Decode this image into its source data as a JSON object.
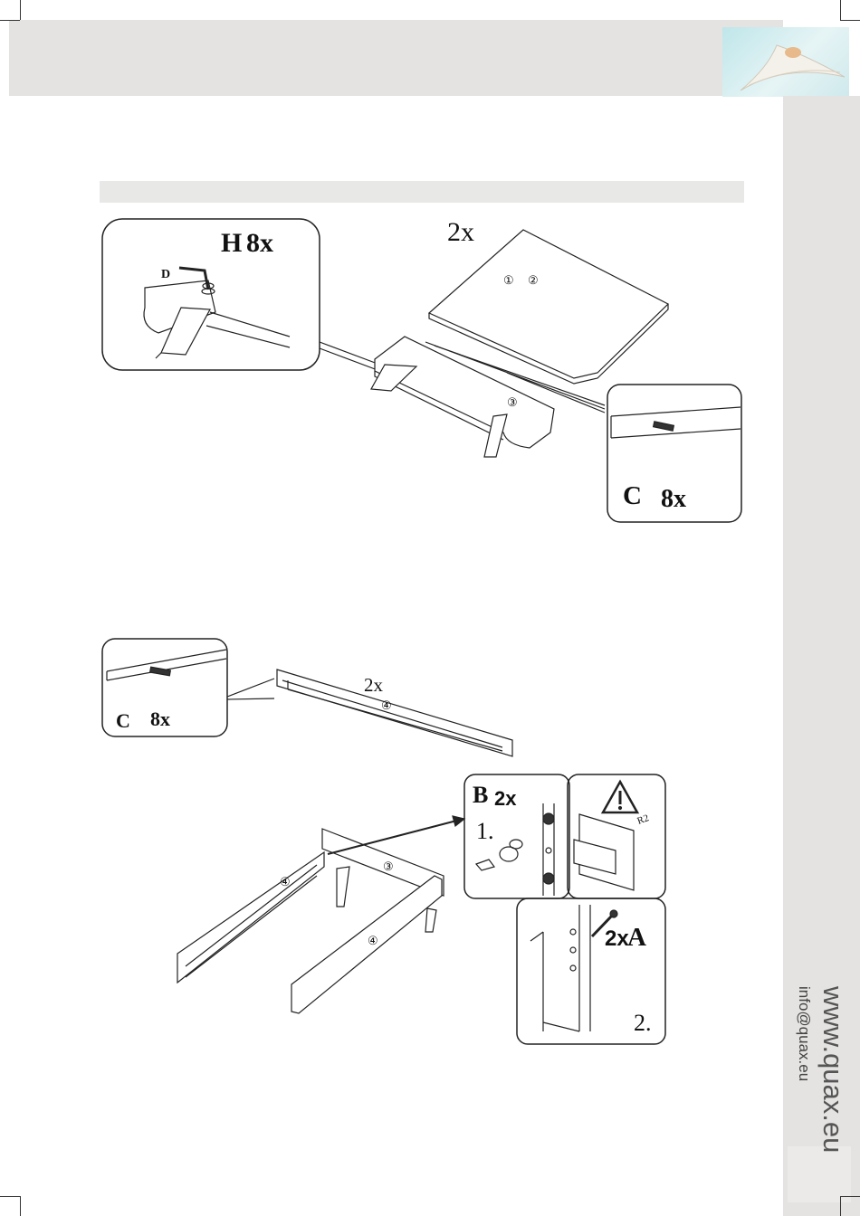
{
  "footer": {
    "website": "www.quax.eu",
    "email": "info@quax.eu"
  },
  "step1": {
    "detail_h_label": "H",
    "detail_h_count": "8x",
    "detail_h_part": "D",
    "panel_qty": "2x",
    "panel_nums": [
      "①",
      "②"
    ],
    "frame_num": "③",
    "detail_c_label": "C",
    "detail_c_count": "8x"
  },
  "step2": {
    "detail_c_label": "C",
    "detail_c_count": "8x",
    "rail_qty": "2x",
    "rail_num": "④"
  },
  "step3": {
    "detail_b_label": "B",
    "detail_b_count": "2x",
    "detail_b_step": "1.",
    "warning_radius": "R2",
    "bolt_count": "2x",
    "bolt_label": "A",
    "detail_step2": "2.",
    "frame_nums": [
      "④",
      "③",
      "④"
    ]
  },
  "icons": [
    "warning-triangle-icon",
    "arrow-icon"
  ]
}
